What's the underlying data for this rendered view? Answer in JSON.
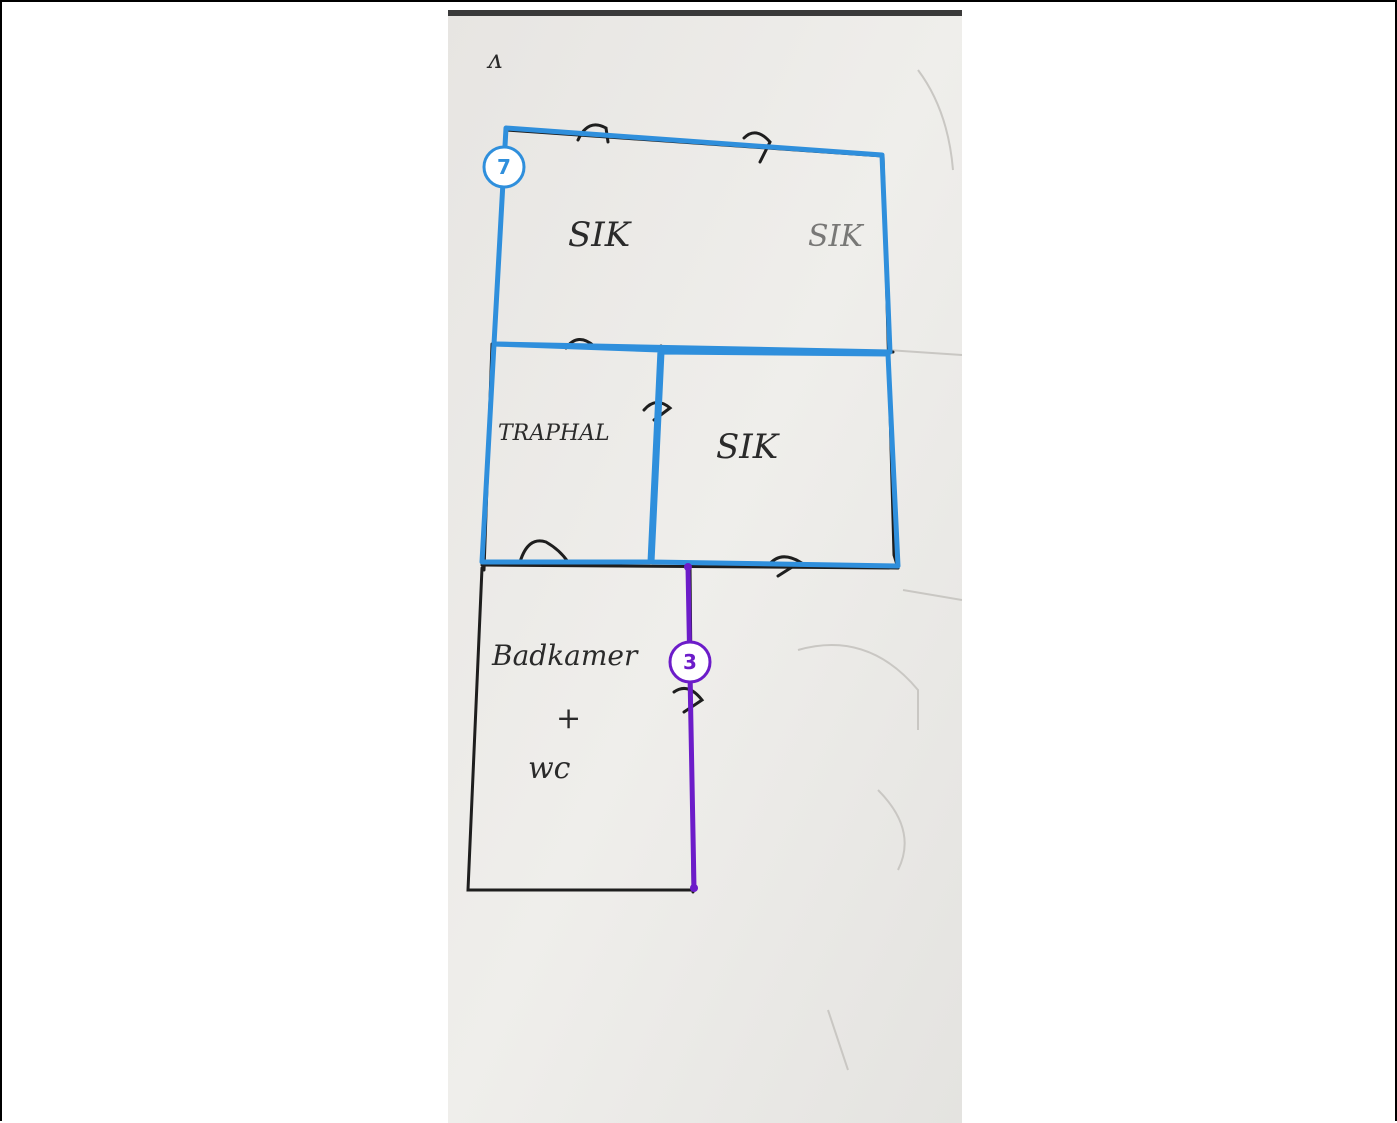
{
  "sketch": {
    "corner_mark": "ᴧ",
    "rooms": {
      "top_room": "SIK",
      "stair_room": "TRAPHAL",
      "right_room": "SIK",
      "bath_line1": "Badkamer",
      "bath_line2": "+",
      "bath_line3": "wc"
    }
  },
  "annotations": {
    "polygon_badge": "7",
    "line_badge": "3",
    "polygon_color": "#2f8fdc",
    "line_color": "#6c1cc9"
  }
}
